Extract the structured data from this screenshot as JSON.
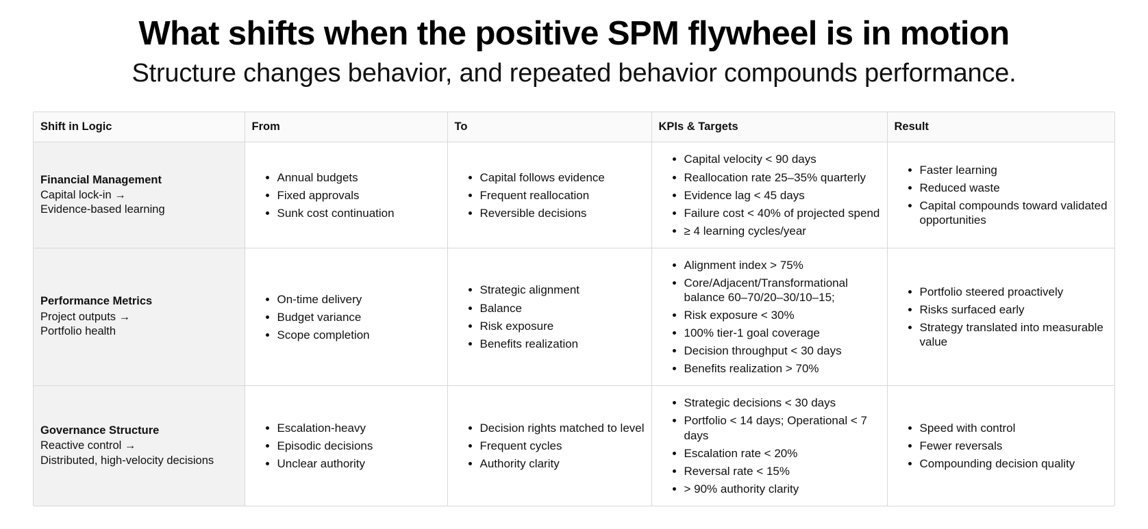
{
  "header": {
    "title": "What shifts when the positive SPM flywheel is in motion",
    "subtitle": "Structure changes behavior, and repeated behavior compounds performance."
  },
  "table": {
    "columns": [
      {
        "label": "Shift in Logic"
      },
      {
        "label": "From"
      },
      {
        "label": "To"
      },
      {
        "label": "KPIs & Targets"
      },
      {
        "label": "Result"
      }
    ],
    "rows": [
      {
        "shift": {
          "name": "Financial Management",
          "from_state": "Capital lock-in →",
          "to_state": "Evidence-based learning"
        },
        "from": [
          "Annual budgets",
          "Fixed approvals",
          "Sunk cost continuation"
        ],
        "to": [
          "Capital follows evidence",
          "Frequent reallocation",
          "Reversible decisions"
        ],
        "kpis": [
          "Capital velocity < 90 days",
          "Reallocation rate 25–35% quarterly",
          "Evidence lag < 45 days",
          "Failure cost < 40% of projected spend",
          "≥ 4 learning cycles/year"
        ],
        "result": [
          "Faster learning",
          "Reduced waste",
          "Capital compounds toward validated opportunities"
        ]
      },
      {
        "shift": {
          "name": "Performance Metrics",
          "from_state": "Project outputs →",
          "to_state": "Portfolio health"
        },
        "from": [
          "On-time delivery",
          "Budget variance",
          "Scope completion"
        ],
        "to": [
          "Strategic alignment",
          "Balance",
          "Risk exposure",
          "Benefits realization"
        ],
        "kpis": [
          "Alignment index > 75%",
          "Core/Adjacent/Transformational balance 60–70/20–30/10–15;",
          "Risk exposure < 30%",
          "100% tier-1 goal coverage",
          "Decision throughput < 30 days",
          "Benefits realization > 70%"
        ],
        "result": [
          "Portfolio steered proactively",
          "Risks surfaced early",
          "Strategy translated into measurable value"
        ]
      },
      {
        "shift": {
          "name": "Governance Structure",
          "from_state": "Reactive control →",
          "to_state": "Distributed, high-velocity decisions"
        },
        "from": [
          "Escalation-heavy",
          "Episodic decisions",
          "Unclear authority"
        ],
        "to": [
          "Decision rights matched to level",
          "Frequent cycles",
          "Authority clarity"
        ],
        "kpis": [
          "Strategic decisions < 30 days",
          "Portfolio < 14 days; Operational < 7 days",
          "Escalation rate < 20%",
          "Reversal rate < 15%",
          "> 90% authority clarity"
        ],
        "result": [
          "Speed with control",
          "Fewer reversals",
          "Compounding decision quality"
        ]
      }
    ]
  }
}
